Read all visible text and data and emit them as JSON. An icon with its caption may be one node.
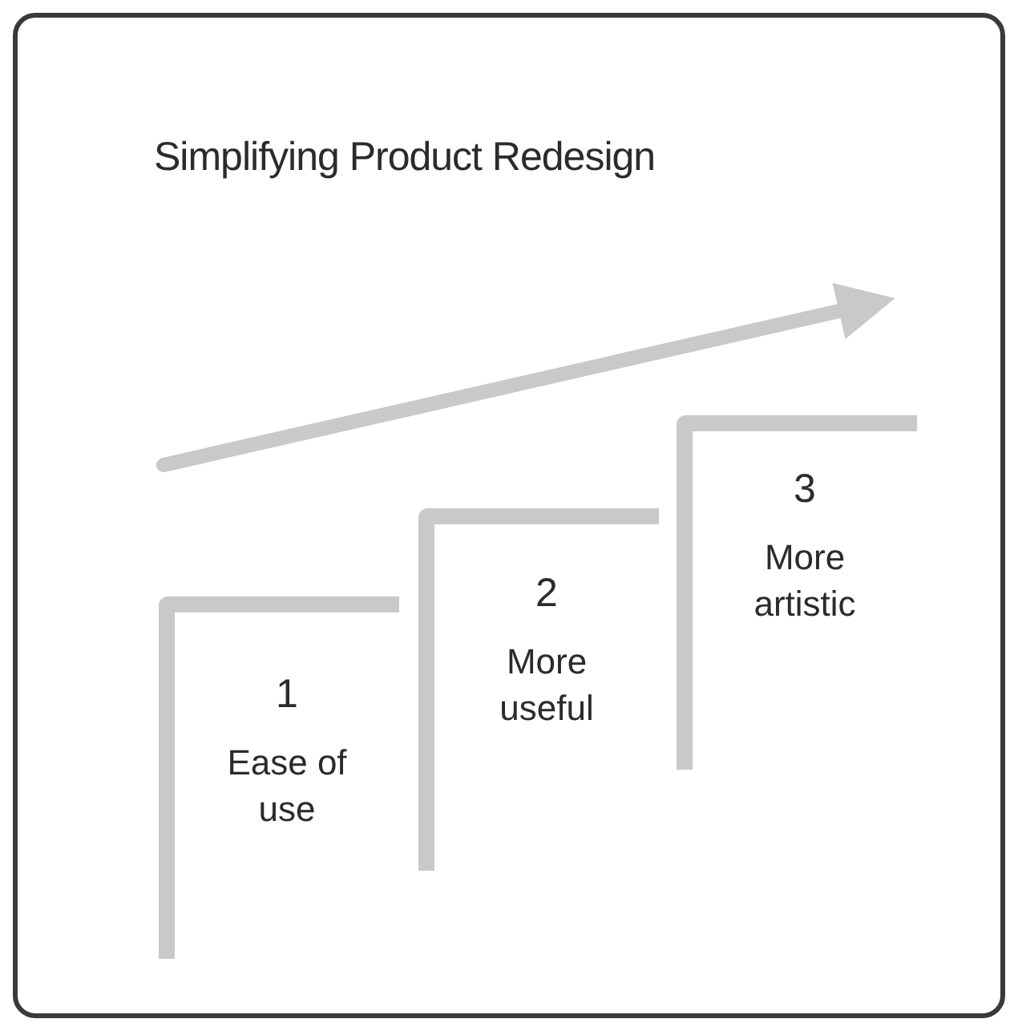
{
  "diagram": {
    "title": "Simplifying Product Redesign",
    "nodes": [
      {
        "text": [
          "1",
          "Ease of use"
        ]
      },
      {
        "text": [
          "2",
          "More useful"
        ]
      },
      {
        "text": [
          "3",
          "More artistic"
        ]
      }
    ]
  }
}
